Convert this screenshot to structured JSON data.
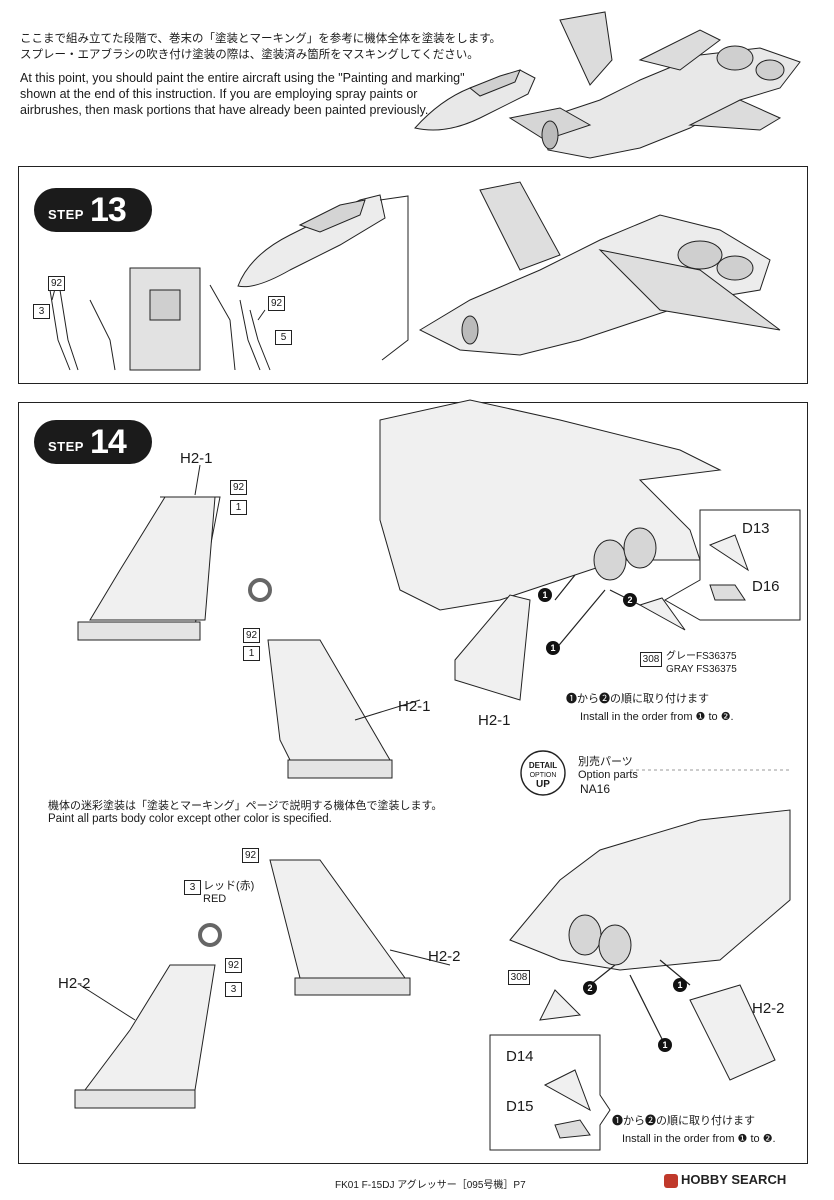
{
  "intro": {
    "jp_line1": "ここまで組み立てた段階で、巻末の「塗装とマーキング」を参考に機体全体を塗装をします。",
    "jp_line2": "スプレー・エアブラシの吹き付け塗装の際は、塗装済み箇所をマスキングしてください。",
    "en_line1": "At this point, you should paint the entire aircraft using the \"Painting and marking\"",
    "en_line2": "shown at the end of this instruction. If you are employing spray paints or",
    "en_line3": "airbrushes, then mask portions that have already been painted previously."
  },
  "step13": {
    "step_word": "STEP",
    "step_number": "13",
    "parts": {
      "p92a": "92",
      "p3": "3",
      "p92b": "92",
      "p5": "5"
    }
  },
  "step14": {
    "step_word": "STEP",
    "step_number": "14",
    "top": {
      "h21_label_a": "H2-1",
      "p92_a": "92",
      "p1_a": "1",
      "p92_b": "92",
      "p1_b": "1",
      "h21_label_b": "H2-1",
      "h21_label_c": "H2-1",
      "d13": "D13",
      "d16": "D16",
      "p308": "308",
      "gray_jp": "グレーFS36375",
      "gray_en": "GRAY FS36375",
      "order_jp": "❶から❷の順に取り付けます",
      "order_en": "Install in the order from ❶ to ❷."
    },
    "detail": {
      "badge_top": "DETAIL",
      "badge_mid": "OPTION",
      "badge_bot": "UP",
      "jp": "別売パーツ",
      "en": "Option parts",
      "code": "NA16"
    },
    "note_jp": "機体の迷彩塗装は「塗装とマーキング」ページで説明する機体色で塗装します。",
    "note_en": "Paint all parts body color except other color is specified.",
    "bottom": {
      "p92_a": "92",
      "p3_a": "3",
      "red_jp": "レッド(赤)",
      "red_en": "RED",
      "h22_label_a": "H2-2",
      "p92_b": "92",
      "p3_b": "3",
      "h22_label_b": "H2-2",
      "h22_label_c": "H2-2",
      "p308": "308",
      "d14": "D14",
      "d15": "D15",
      "order_jp": "❶から❷の順に取り付けます",
      "order_en": "Install in the order from ❶ to ❷."
    }
  },
  "footer": {
    "left": "FK01 F-15DJ アグレッサー［095号機］P7",
    "brand": "HOBBY SEARCH"
  }
}
